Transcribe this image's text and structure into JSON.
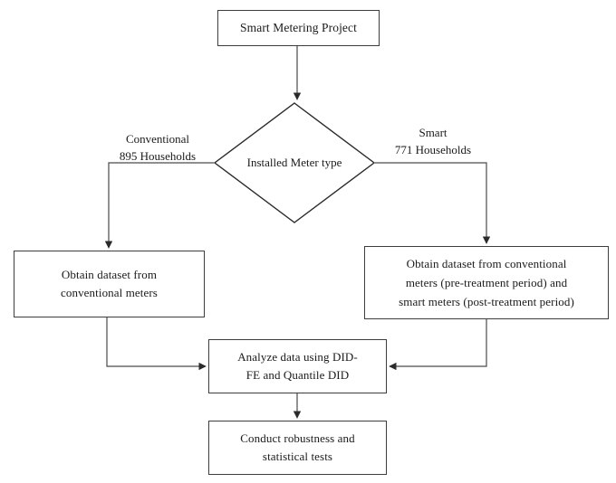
{
  "diagram": {
    "title": "Smart Metering Project research flowchart",
    "colors": {
      "stroke": "#3d3d3d",
      "connector": "#4a4a4a",
      "text": "#1a1a1a",
      "background": "#ffffff"
    },
    "nodes": {
      "title_box": {
        "label": "Smart Metering Project",
        "shape": "rectangle"
      },
      "decision": {
        "label": "Installed\nMeter type",
        "shape": "diamond"
      },
      "left_process": {
        "label": "Obtain dataset from\nconventional meters",
        "shape": "rectangle"
      },
      "right_process": {
        "label": "Obtain dataset from conventional\nmeters (pre-treatment period) and\nsmart meters (post-treatment period)",
        "shape": "rectangle"
      },
      "analyze": {
        "label": "Analyze data using DID-\nFE and Quantile DID",
        "shape": "rectangle"
      },
      "final": {
        "label": "Conduct robustness and\nstatistical tests",
        "shape": "rectangle"
      }
    },
    "edge_labels": {
      "left_branch": "Conventional\n895 Households",
      "right_branch": "Smart\n771 Households"
    }
  }
}
